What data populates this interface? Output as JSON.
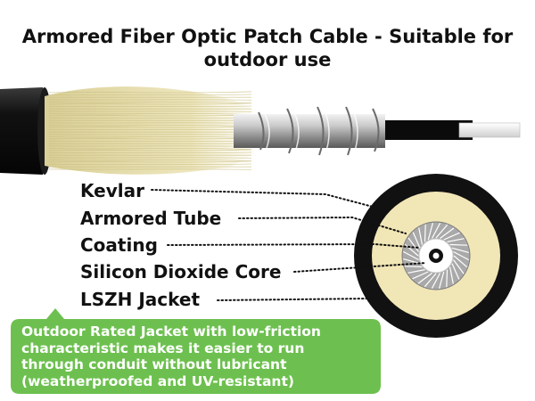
{
  "title": {
    "line1": "Armored Fiber Optic Patch Cable - Suitable for",
    "line2": "outdoor use"
  },
  "layers": [
    {
      "label": "Kevlar"
    },
    {
      "label": "Armored Tube"
    },
    {
      "label": "Coating"
    },
    {
      "label": "Silicon Dioxide Core"
    },
    {
      "label": "LSZH Jacket"
    }
  ],
  "callout": {
    "lines": [
      "Outdoor Rated Jacket with low-friction",
      "characteristic makes it easier to run",
      "through conduit without lubricant",
      "(weatherproofed and UV-resistant)"
    ]
  },
  "colors": {
    "jacket": "#141414",
    "kevlar": "#e9dfa6",
    "armor": "#b9b9b9",
    "callout": "#6dc04f",
    "text": "#111111"
  }
}
